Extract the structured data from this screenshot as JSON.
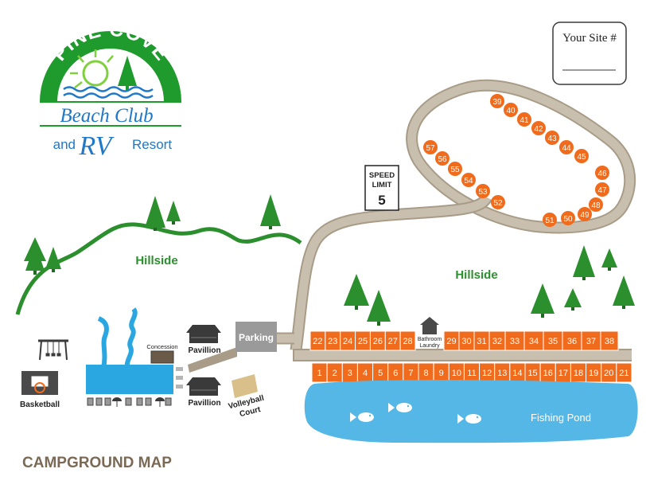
{
  "logo": {
    "line1": "PINE COVE",
    "line2": "Beach Club",
    "and": "and",
    "rv": "RV",
    "resort": "Resort"
  },
  "site_box": {
    "label": "Your Site #"
  },
  "speed_sign": {
    "line1": "SPEED",
    "line2": "LIMIT",
    "value": "5"
  },
  "labels": {
    "hillside_left": "Hillside",
    "hillside_right": "Hillside",
    "parking": "Parking",
    "concession": "Concession",
    "pavillion_top": "Pavillion",
    "pavillion_bottom": "Pavillion",
    "volleyball_1": "Volleyball",
    "volleyball_2": "Court",
    "basketball": "Basketball",
    "bathroom_1": "Bathroom",
    "bathroom_2": "Laundry",
    "fishing_pond": "Fishing Pond",
    "map_title": "CAMPGROUND MAP"
  },
  "colors": {
    "green": "#2c8f2e",
    "logo_green": "#1f9a2c",
    "orange": "#f06b1c",
    "road": "#c9bfae",
    "road_edge": "#a89c88",
    "pond": "#55b7e6",
    "pool": "#2aa6e0",
    "dark": "#3a3a3a",
    "title_brown": "#7a6a55",
    "logo_blue": "#1f78c8"
  },
  "sites": {
    "bottom_row": [
      "1",
      "2",
      "3",
      "4",
      "5",
      "6",
      "7",
      "8",
      "9",
      "10",
      "11",
      "12",
      "13",
      "14",
      "15",
      "16",
      "17",
      "18",
      "19",
      "20",
      "21"
    ],
    "top_row_left": [
      "22",
      "23",
      "24",
      "25",
      "26",
      "27",
      "28"
    ],
    "top_row_right": [
      "29",
      "30",
      "31",
      "32",
      "33",
      "34",
      "35",
      "36",
      "37",
      "38"
    ],
    "loop_top": [
      "39",
      "40",
      "41",
      "42",
      "43",
      "44",
      "45"
    ],
    "loop_right": [
      "46",
      "47",
      "48",
      "49",
      "50",
      "51"
    ],
    "loop_left": [
      "52",
      "53",
      "54",
      "55",
      "56",
      "57"
    ]
  }
}
